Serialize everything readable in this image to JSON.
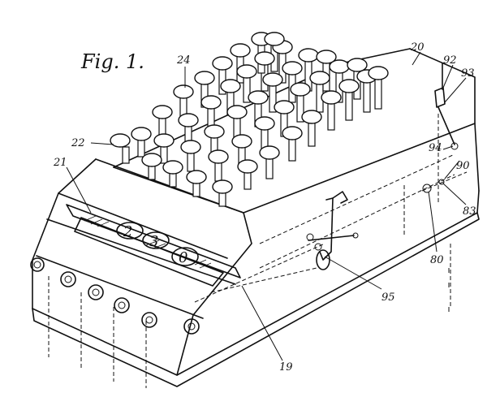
{
  "figure": {
    "title": "Fig. 1."
  },
  "references": {
    "r19": "19",
    "r20": "20",
    "r21": "21",
    "r22": "22",
    "r24": "24",
    "r80": "80",
    "r83": "83",
    "r90": "90",
    "r92": "92",
    "r93": "93",
    "r94": "94",
    "r95": "95"
  },
  "display_digits": [
    "2",
    "3",
    "0"
  ]
}
